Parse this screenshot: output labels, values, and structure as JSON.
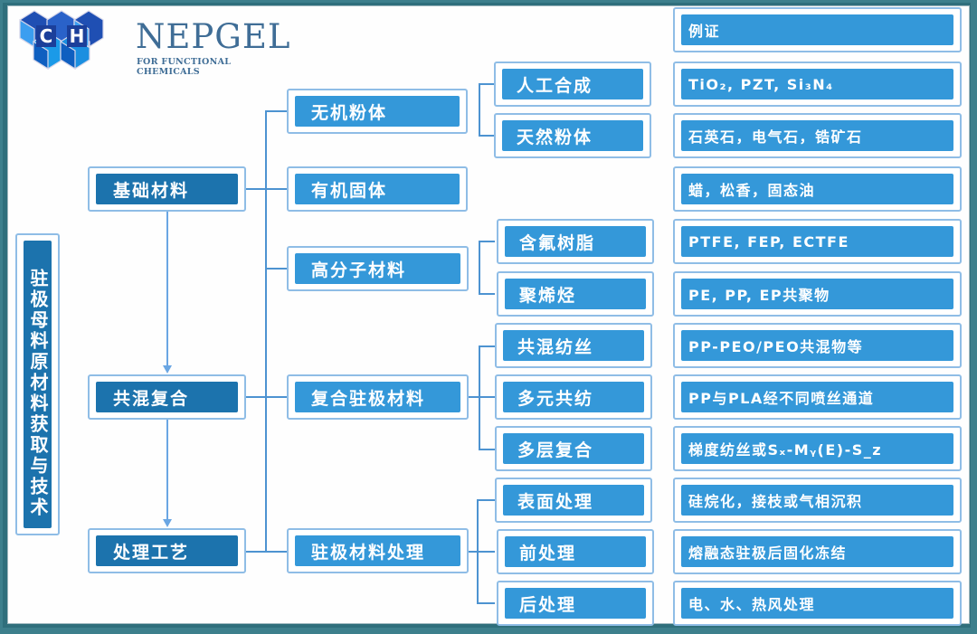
{
  "logo": {
    "mark_letters": [
      "C",
      "H"
    ],
    "name": "NEPGEL",
    "tagline": "FOR FUNCTIONAL CHEMICALS"
  },
  "title": "驻极母料原材料获取与技术",
  "level1": [
    {
      "label": "基础材料"
    },
    {
      "label": "共混复合"
    },
    {
      "label": "处理工艺"
    }
  ],
  "level2": [
    {
      "label": "无机粉体",
      "parent": "基础材料"
    },
    {
      "label": "有机固体",
      "parent": "基础材料"
    },
    {
      "label": "高分子材料",
      "parent": "基础材料"
    },
    {
      "label": "复合驻极材料",
      "parent": "共混复合"
    },
    {
      "label": "驻极材料处理",
      "parent": "处理工艺"
    }
  ],
  "level3": [
    {
      "label": "人工合成",
      "parent": "无机粉体"
    },
    {
      "label": "天然粉体",
      "parent": "无机粉体"
    },
    {
      "label": "含氟树脂",
      "parent": "高分子材料"
    },
    {
      "label": "聚烯烃",
      "parent": "高分子材料"
    },
    {
      "label": "共混纺丝",
      "parent": "复合驻极材料"
    },
    {
      "label": "多元共纺",
      "parent": "复合驻极材料"
    },
    {
      "label": "多层复合",
      "parent": "复合驻极材料"
    },
    {
      "label": "表面处理",
      "parent": "驻极材料处理"
    },
    {
      "label": "前处理",
      "parent": "驻极材料处理"
    },
    {
      "label": "后处理",
      "parent": "驻极材料处理"
    }
  ],
  "examples": {
    "header": "例证",
    "items": [
      {
        "text": "TiO₂, PZT, Si₃N₄",
        "for": "人工合成"
      },
      {
        "text": "石英石，电气石，锆矿石",
        "for": "天然粉体"
      },
      {
        "text": "蜡，松香，固态油",
        "for": "有机固体"
      },
      {
        "text": "PTFE, FEP, ECTFE",
        "for": "含氟树脂"
      },
      {
        "text": "PE, PP, EP共聚物",
        "for": "聚烯烃"
      },
      {
        "text": "PP-PEO/PEO共混物等",
        "for": "共混纺丝"
      },
      {
        "text": "PP与PLA经不同喷丝通道",
        "for": "多元共纺"
      },
      {
        "text": "梯度纺丝或Sₓ-Mᵧ(E)-S_z",
        "for": "多层复合"
      },
      {
        "text": "硅烷化，接枝或气相沉积",
        "for": "表面处理"
      },
      {
        "text": "熔融态驻极后固化冻结",
        "for": "前处理"
      },
      {
        "text": "电、水、热风处理",
        "for": "后处理"
      }
    ]
  },
  "colors": {
    "frame": "#3d7f8c",
    "dark_box": "#1c73ad",
    "light_box": "#3498d9",
    "box_border": "#8fbde6",
    "connector": "#4d93d1",
    "logo_text": "#3f6d96"
  }
}
